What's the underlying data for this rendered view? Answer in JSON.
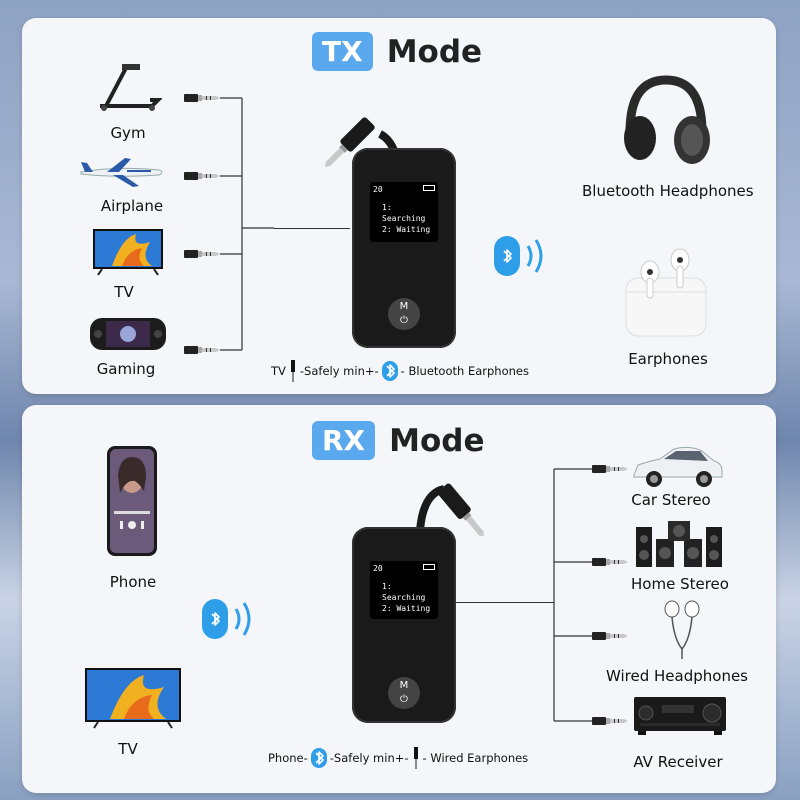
{
  "tx": {
    "badge": "TX",
    "mode": "Mode",
    "sources": [
      {
        "label": "Gym",
        "icon": "treadmill-icon"
      },
      {
        "label": "Airplane",
        "icon": "airplane-icon"
      },
      {
        "label": "TV",
        "icon": "tv-icon"
      },
      {
        "label": "Gaming",
        "icon": "handheld-console-icon"
      }
    ],
    "screen": {
      "volume": "20",
      "line1": "1: Searching",
      "line2": "2: Waiting"
    },
    "outputs": [
      {
        "label": "Bluetooth Headphones",
        "icon": "headphones-icon"
      },
      {
        "label": "Earphones",
        "icon": "earbuds-icon"
      }
    ],
    "caption": {
      "left": "TV",
      "middle": "-Safely min+-",
      "right": "- Bluetooth Earphones"
    }
  },
  "rx": {
    "badge": "RX",
    "mode": "Mode",
    "sources": [
      {
        "label": "Phone",
        "icon": "smartphone-icon"
      },
      {
        "label": "TV",
        "icon": "tv-icon"
      }
    ],
    "screen": {
      "volume": "20",
      "line1": "1: Searching",
      "line2": "2: Waiting"
    },
    "outputs": [
      {
        "label": "Car Stereo",
        "icon": "car-icon"
      },
      {
        "label": "Home Stereo",
        "icon": "speakers-icon"
      },
      {
        "label": "Wired Headphones",
        "icon": "wired-earphones-icon"
      },
      {
        "label": "AV Receiver",
        "icon": "av-receiver-icon"
      }
    ],
    "caption": {
      "left": "Phone-",
      "middle": "-Safely min+-",
      "right": "- Wired Earphones"
    }
  },
  "button_label": "M",
  "colors": {
    "accent": "#5aa8ee",
    "bluetooth": "#2f9ee8",
    "device": "#1a1a1a"
  }
}
